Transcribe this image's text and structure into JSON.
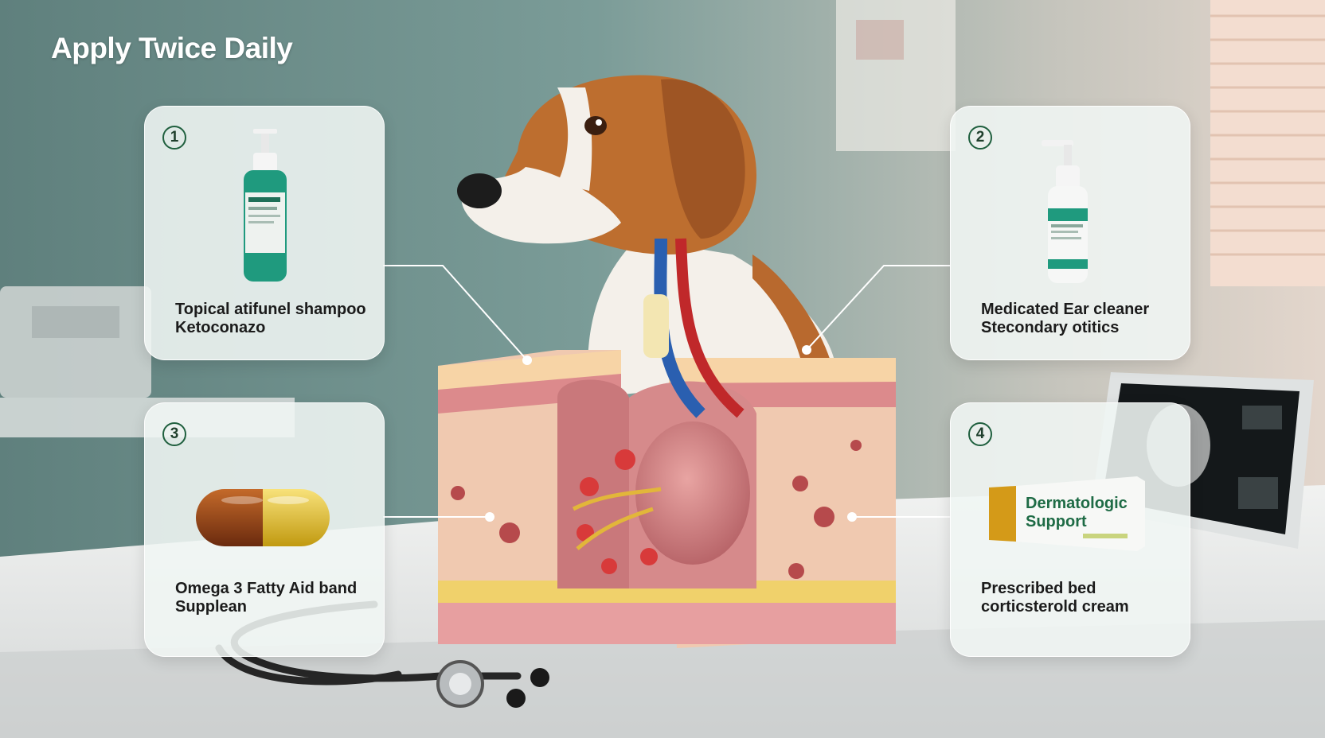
{
  "title": "Apply Twice Daily",
  "cards": [
    {
      "number": "1",
      "line1": "Topical atifunel shampoo",
      "line2": "Ketoconazo",
      "product": "shampoo-bottle-icon"
    },
    {
      "number": "2",
      "line1": "Medicated Ear cleaner",
      "line2": "Stecondary otitics",
      "product": "ear-cleaner-bottle-icon"
    },
    {
      "number": "3",
      "line1": "Omega 3 Fatty Aid band",
      "line2": "Supplean",
      "product": "capsule-icon"
    },
    {
      "number": "4",
      "line1": "Prescribed bed",
      "line2": "corticsterold cream",
      "product": "cream-tube-icon"
    }
  ],
  "tube_label": {
    "line1": "Dermatologic",
    "line2": "Support"
  },
  "colors": {
    "accent_green": "#1f8f75",
    "badge_ring": "#1f5f3e",
    "wall": "#6d8f8c"
  }
}
